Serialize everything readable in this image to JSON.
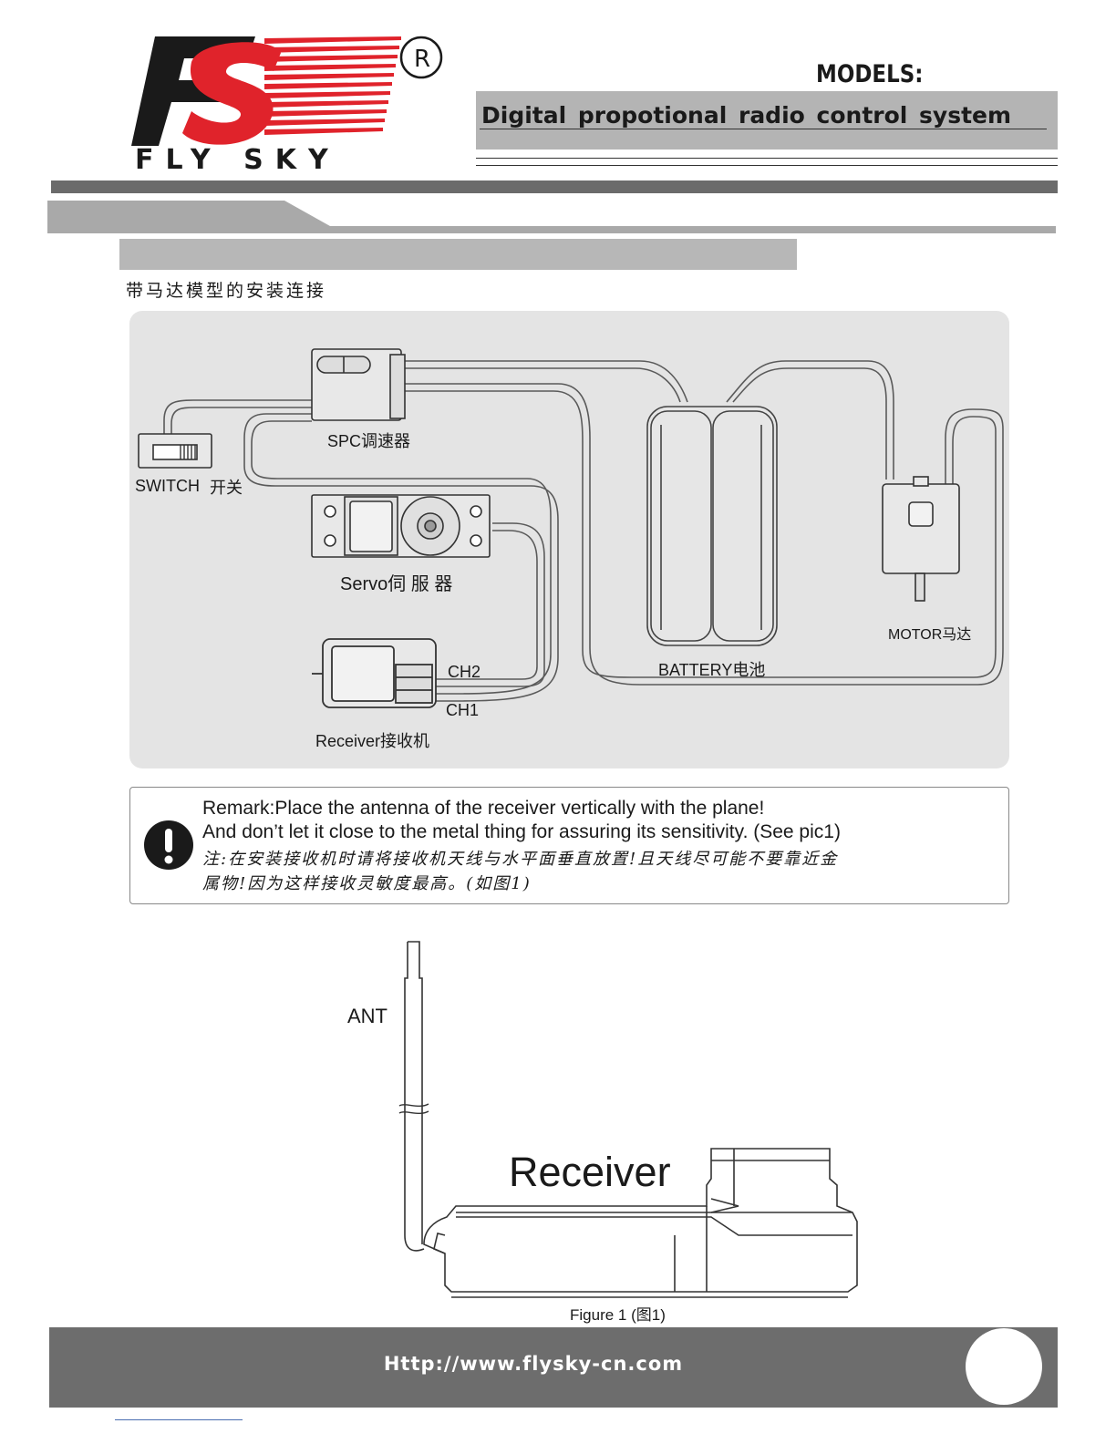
{
  "header": {
    "brand_mark": "FS",
    "registered": "®",
    "brand_name": "FLY SKY",
    "models_label": "MODELS:",
    "title": "Digital propotional radio control system"
  },
  "section": {
    "caption_cn": "带马达模型的安装连接"
  },
  "wiring_diagram": {
    "spc": "SPC调速器",
    "switch": "SWITCH",
    "switch_cn": "开关",
    "servo": "Servo伺 服 器",
    "battery": "BATTERY电池",
    "motor": "MOTOR马达",
    "ch2": "CH2",
    "ch1": "CH1",
    "receiver": "Receiver接收机"
  },
  "remark": {
    "line1": "Remark:Place  the  antenna  of  the  receiver  vertically  with  the  plane!",
    "line2": "And  don’t  let  it  close  to  the  metal  thing  for  assuring  its  sensitivity. (See  pic1)",
    "line3": "注:在安装接收机时请将接收机天线与水平面垂直放置!且天线尽可能不要靠近金",
    "line4": "属物!因为这样接收灵敏度最高。(如图1)"
  },
  "figure1": {
    "ant": "ANT",
    "receiver": "Receiver",
    "caption": "Figure 1  (图1)"
  },
  "footer": {
    "url": "Http://www.flysky-cn.com"
  }
}
